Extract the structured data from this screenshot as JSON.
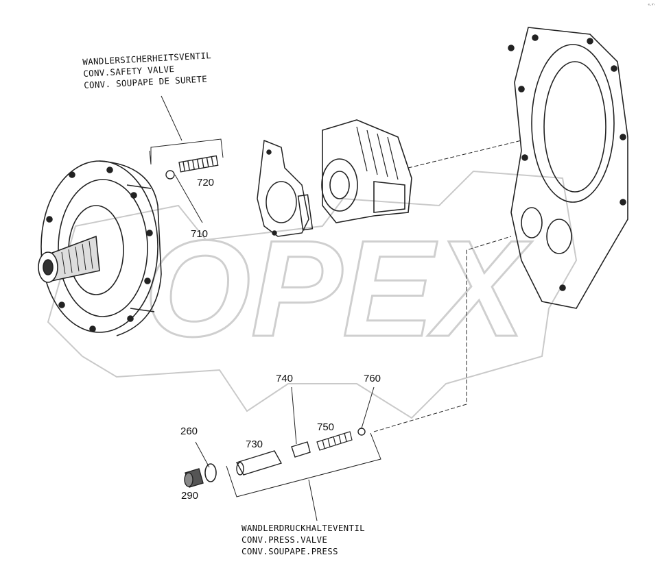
{
  "corner_mark": "ᵉ·ᵐ",
  "watermark": "OPEX",
  "notes": {
    "safety_valve": [
      "WANDLERSICHERHEITSVENTIL",
      "CONV.SAFETY VALVE",
      "CONV. SOUPAPE DE SURETE"
    ],
    "press_valve": [
      "WANDLERDRUCKHALTEVENTIL",
      "CONV.PRESS.VALVE",
      "CONV.SOUPAPE.PRESS"
    ]
  },
  "callouts": {
    "p720": "720",
    "p710": "710",
    "p740": "740",
    "p760": "760",
    "p730": "730",
    "p750": "750",
    "p260": "260",
    "p290": "290"
  }
}
